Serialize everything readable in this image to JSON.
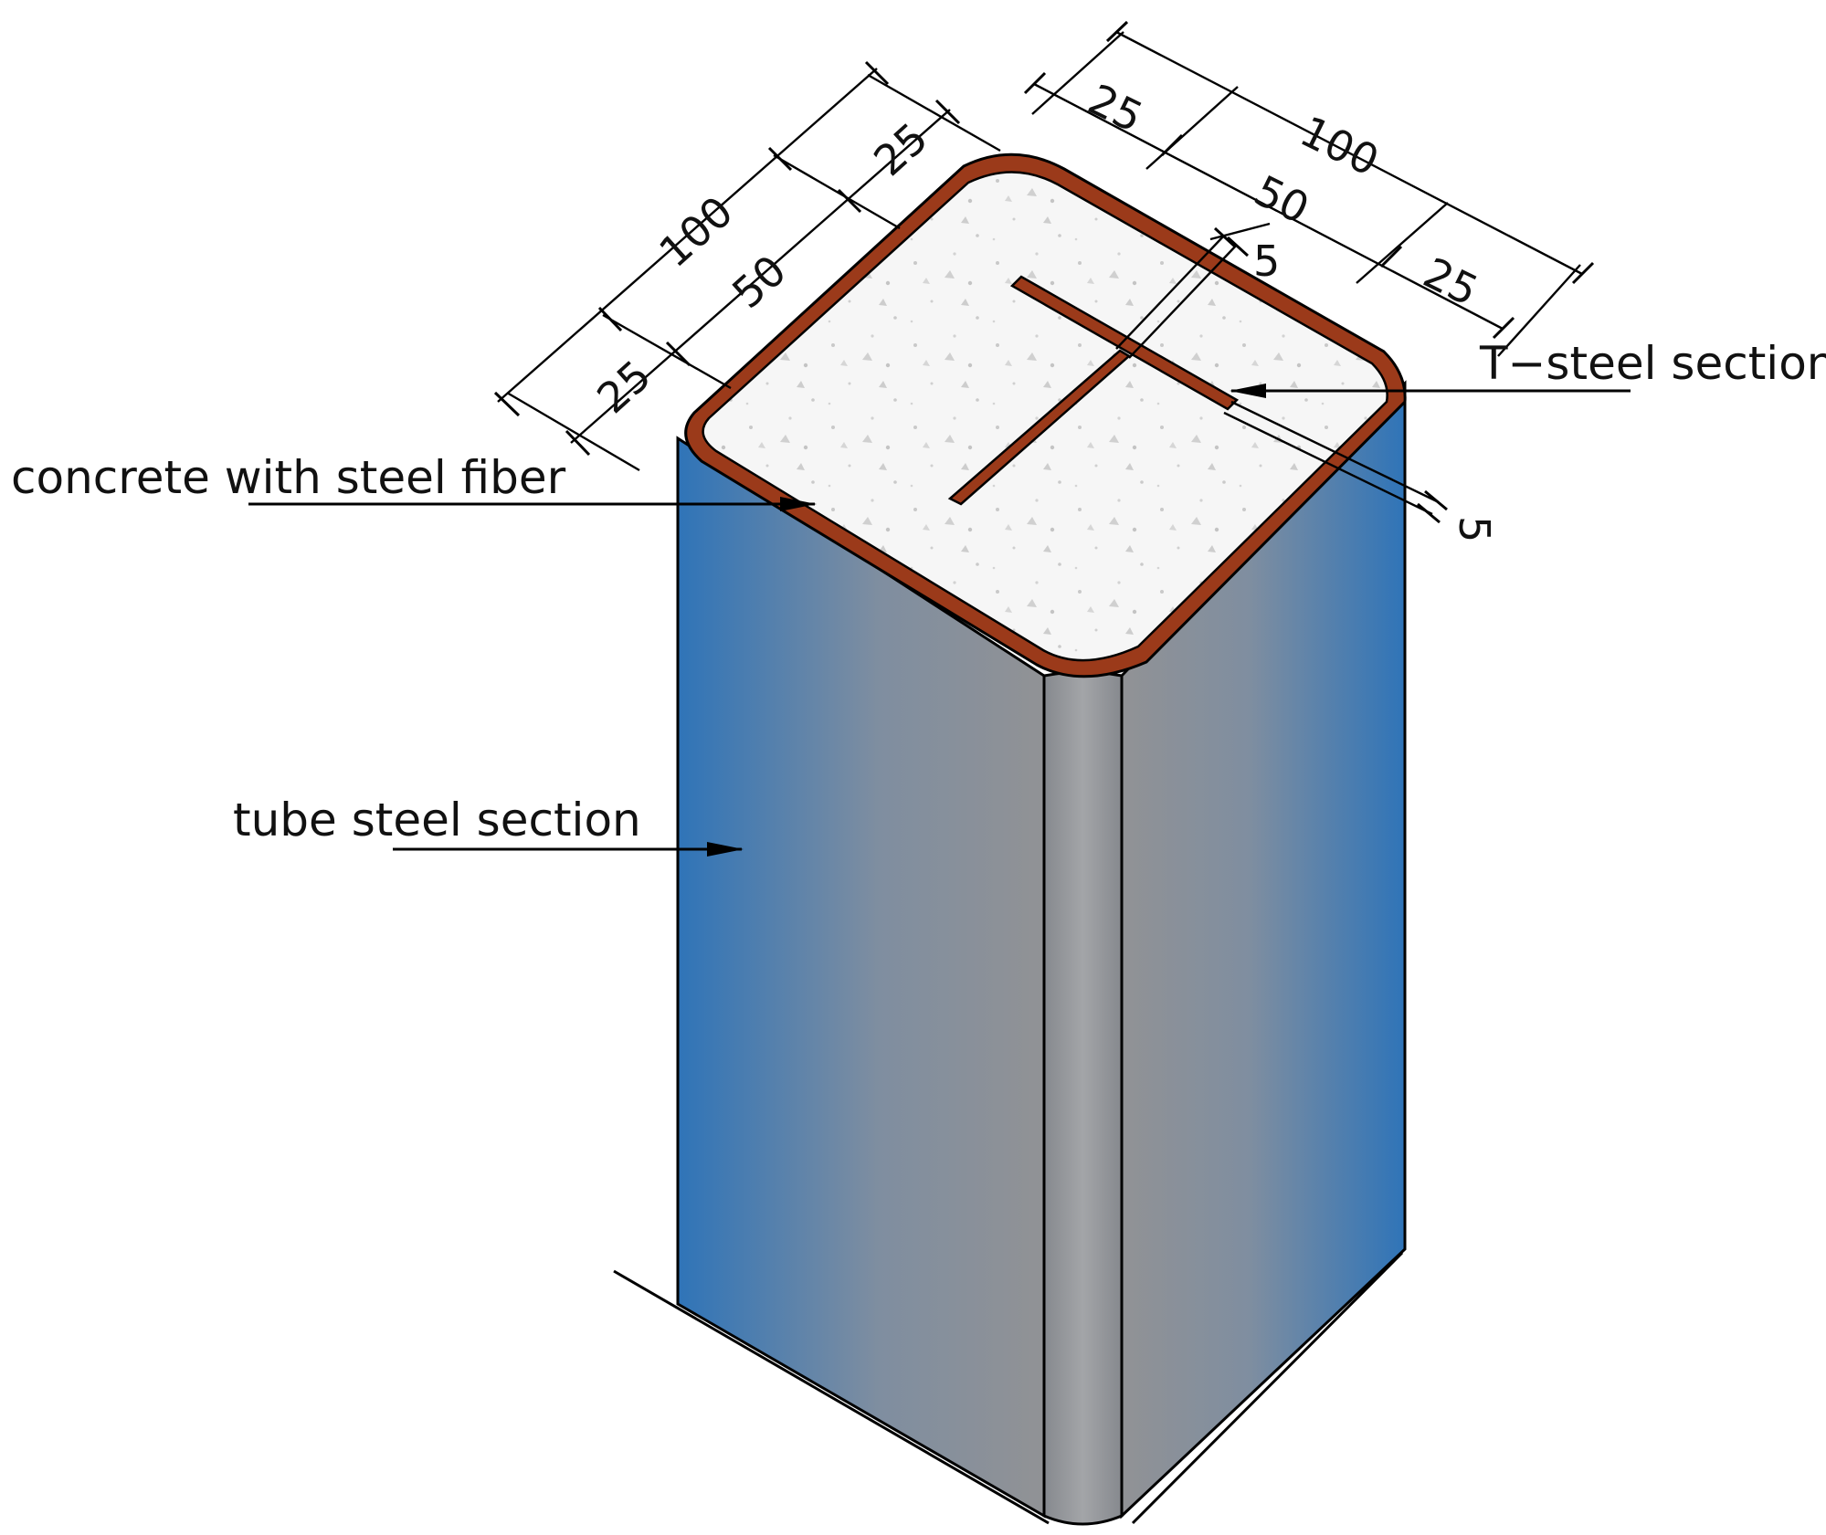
{
  "labels": {
    "concrete": "concrete with steel fiber",
    "tube": "tube steel section",
    "tsteel": "T−steel section"
  },
  "dimensions": {
    "left_outer": "100",
    "left_inner": "50",
    "left_tl": "25",
    "left_tr": "25",
    "right_outer": "100",
    "right_inner": "50",
    "right_tl": "25",
    "right_tr": "25",
    "web_thickness": "5",
    "flange_thickness": "5"
  },
  "colors": {
    "tube_edge": "#2f74b8",
    "tube_mid": "#8f9196",
    "steel_brown": "#9b3a1a",
    "concrete": "#f5f5f5",
    "outline": "#000000"
  }
}
